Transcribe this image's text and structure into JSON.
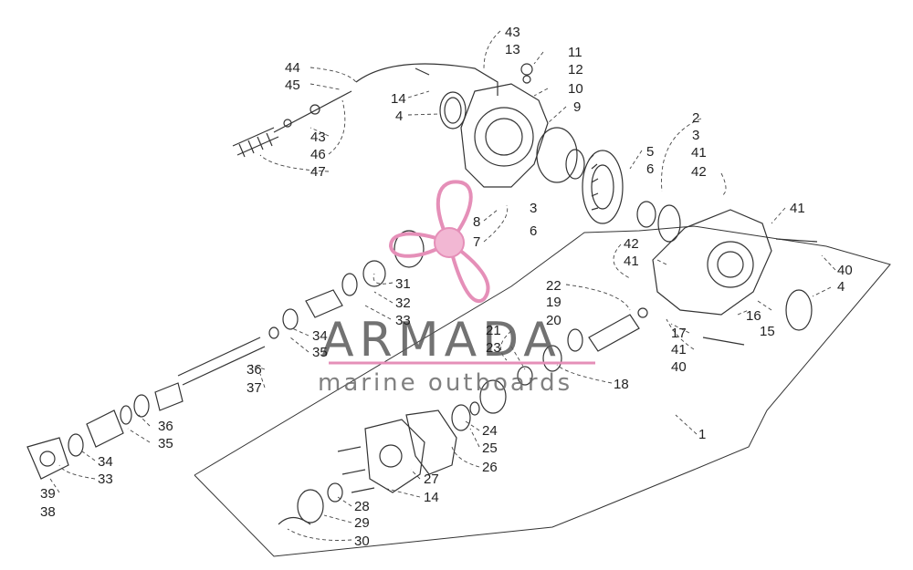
{
  "watermark": {
    "brand": "ARMADA",
    "tagline": "marine outboards",
    "logo_color": "#e58fb8",
    "logo_hub_color": "#f2b7d3"
  },
  "labels": [
    "43",
    "13",
    "11",
    "12",
    "10",
    "9",
    "44",
    "45",
    "14",
    "4",
    "43",
    "46",
    "47",
    "2",
    "3",
    "41",
    "42",
    "5",
    "6",
    "3",
    "6",
    "8",
    "7",
    "41",
    "42",
    "41",
    "40",
    "4",
    "22",
    "19",
    "20",
    "16",
    "15",
    "17",
    "41",
    "40",
    "31",
    "32",
    "33",
    "34",
    "35",
    "21",
    "23",
    "18",
    "36",
    "37",
    "36",
    "35",
    "34",
    "33",
    "24",
    "25",
    "26",
    "27",
    "14",
    "28",
    "29",
    "30",
    "39",
    "38",
    "1"
  ]
}
